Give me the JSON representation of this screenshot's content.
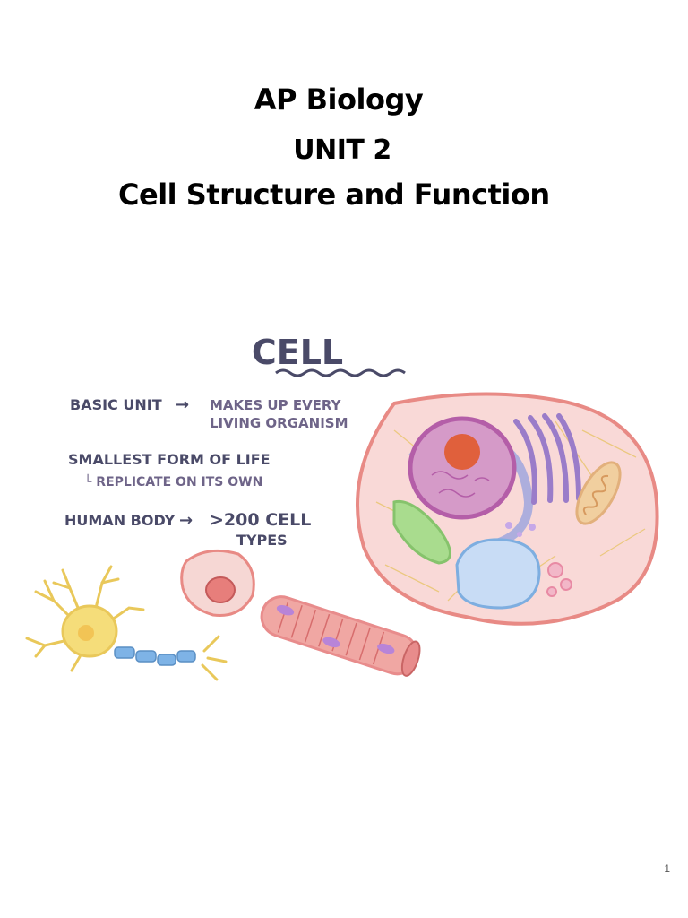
{
  "title": {
    "line1": "AP Biology",
    "line2": "UNIT 2",
    "line3": "Cell Structure and Function"
  },
  "figure": {
    "heading": "CELL",
    "notes": [
      {
        "left": "BASIC UNIT",
        "arrow": "→",
        "right": [
          "MAKES UP EVERY",
          "LIVING ORGANISM"
        ]
      },
      {
        "left": "SMALLEST FORM OF LIFE",
        "sub": "└ REPLICATE ON ITS OWN"
      },
      {
        "left": "HUMAN BODY",
        "arrow": "→",
        "right": [
          ">200 CELL",
          "TYPES"
        ]
      }
    ],
    "colors": {
      "cell_membrane": "#e88a85",
      "cytoplasm": "#f9d9d7",
      "nucleus": "#b45ea8",
      "nucleolus": "#e0603c",
      "golgi": "#9a7cc9",
      "er": "#9aa2de",
      "chloro_like": "#86c36c",
      "mitochondria": "#e2b07c",
      "vacuole": "#a9c8ec",
      "neuron_body": "#f5dd7a",
      "myelin": "#7eb3e6",
      "muscle": "#e88c8c"
    }
  },
  "page_number": "1"
}
